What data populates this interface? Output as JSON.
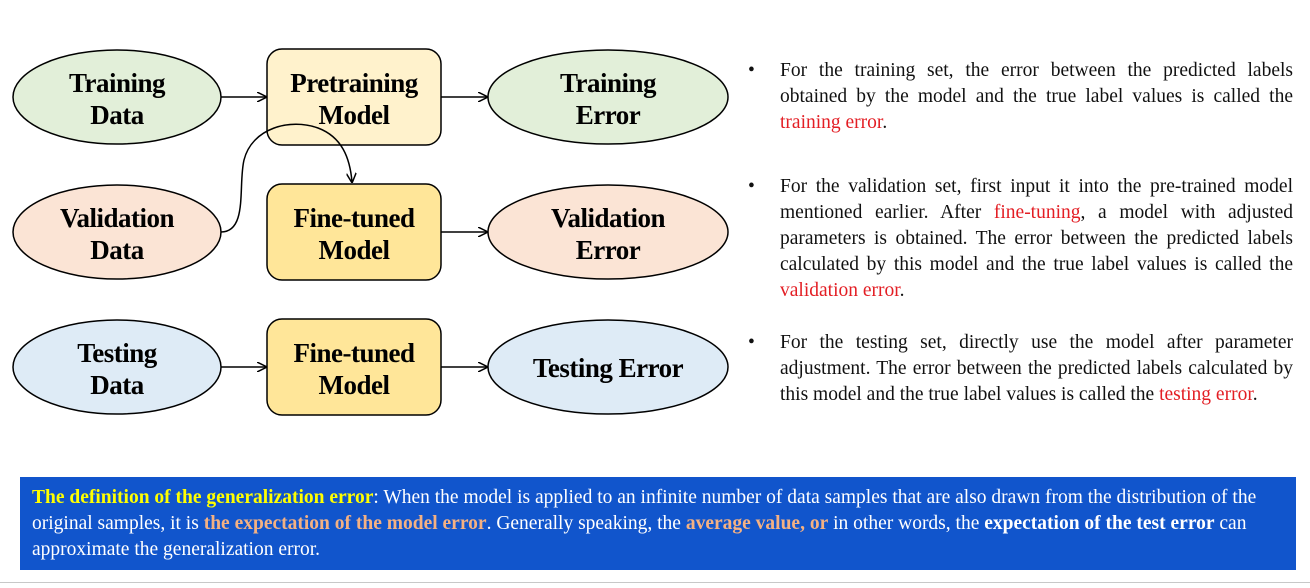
{
  "diagram": {
    "nodes": {
      "training_data": [
        "Training",
        "Data"
      ],
      "pretraining_model": [
        "Pretraining",
        "Model"
      ],
      "training_error": [
        "Training",
        "Error"
      ],
      "validation_data": [
        "Validation",
        "Data"
      ],
      "finetuned_model_1": [
        "Fine-tuned",
        "Model"
      ],
      "validation_error": [
        "Validation",
        "Error"
      ],
      "testing_data": [
        "Testing",
        "Data"
      ],
      "finetuned_model_2": [
        "Fine-tuned",
        "Model"
      ],
      "testing_error": "Testing Error"
    },
    "colors": {
      "green_fill": "#e2efd9",
      "orange_fill": "#fbe4d5",
      "blue_fill": "#deebf6",
      "light_yellow_fill": "#fff2cc",
      "yellow_fill": "#ffe699",
      "stroke": "#000000"
    }
  },
  "bullets": [
    {
      "bullet": "•",
      "text_before": "For the training set, the error between the predicted labels obtained by the model and the true label values is called the ",
      "highlight": "training error",
      "text_after": "."
    },
    {
      "bullet": "•",
      "text_before": "For the validation set, first input it into the pre-trained model mentioned earlier. After ",
      "highlight": "fine-tuning",
      "text_middle": ", a model with adjusted parameters is obtained. The error between the predicted labels calculated by this model and the true label values is called the ",
      "highlight2": "validation error",
      "text_after": "."
    },
    {
      "bullet": "•",
      "text_before": "For the testing set, directly use the model after parameter adjustment. The error between the predicted labels calculated by this model and the true label values is called the ",
      "highlight": "testing error",
      "text_after": "."
    }
  ],
  "definition": {
    "title": "The definition of the generalization error",
    "p1": ": When the model is applied to an infinite number of data samples that are also drawn from the distribution of the original samples, it is ",
    "em1": "the expectation of the model error",
    "p2": ". Generally speaking, the ",
    "em2": "average value, or",
    "p3": " in other words, the ",
    "em3": "expectation of the test error",
    "p4": " can approximate the generalization error.",
    "box_color": "#1155cc",
    "title_color": "#ffff00",
    "emphasis_color": "#f4b183"
  }
}
